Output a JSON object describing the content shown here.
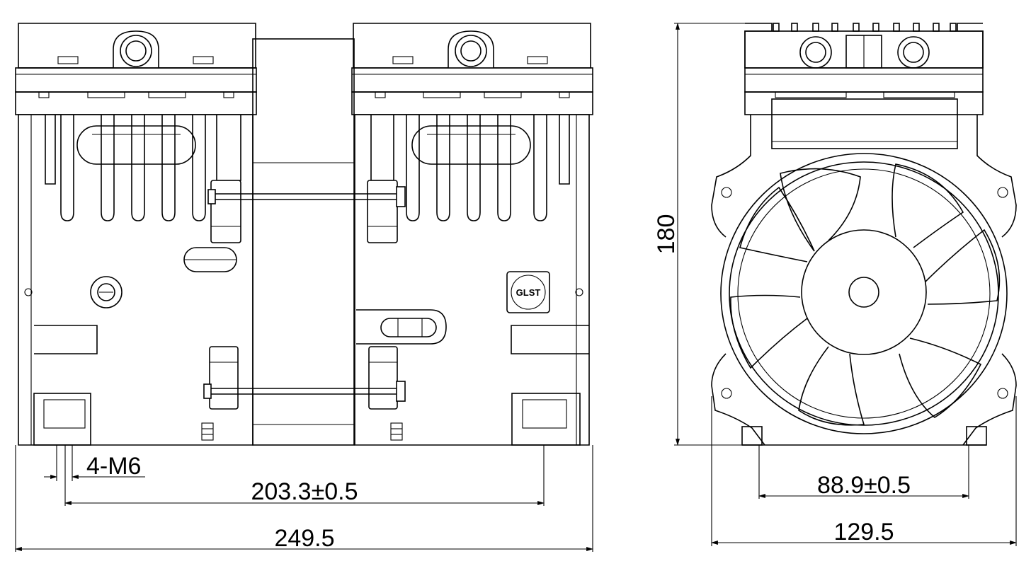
{
  "dimensions": {
    "thread": "4-M6",
    "mount_spacing_side": "203.3±0.5",
    "overall_length": "249.5",
    "height": "180",
    "mount_spacing_end": "88.9±0.5",
    "overall_width": "129.5"
  },
  "logo_text": "GLST"
}
